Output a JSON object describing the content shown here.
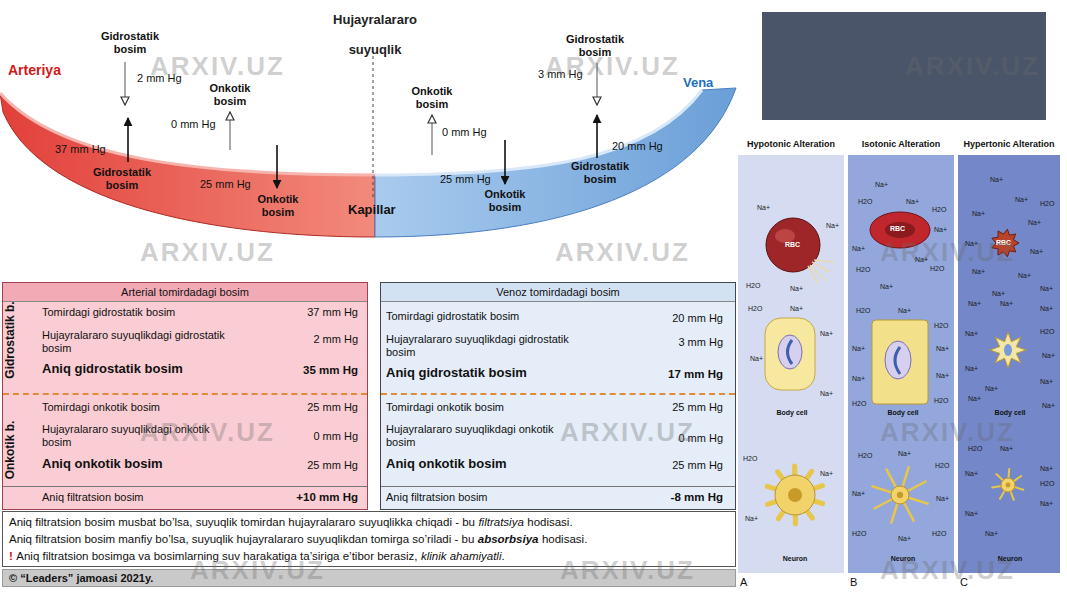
{
  "diagram": {
    "nodes": [
      {
        "text": [
          "Arterial tomirdadagi bosim"
        ]
      },
      {
        "text": [
          "Venoz tomirdadagi bosim"
        ]
      },
      {
        "text": [
          "Aniq filtratsion bosim musbat bo’lsa, suyuqlik tomirdan hujayralararo suyuqlikka chiqadi -  bu",
          "filtratsiya",
          "hodisasi.",
          "Aniq filtratsion bosim manfiy bo’lsa, suyuqlik hujayralararo suyuqlikdan tomirga so’riladi -  bu",
          "absorbsiya",
          "hodisasi.",
          "!",
          "Aniq filtratsion bosimga va bosimlarning suv harakatiga ta’siriga e’tibor berasiz,",
          "klinik ahamiyatli",
          "."
        ]
      },
      {
        "text": [
          "© “Leaders” jamoasi 2021y."
        ]
      },
      {
        "text": [
          "Hypotonic Alteration"
        ]
      },
      {
        "text": [
          "Isotonic Alteration"
        ]
      },
      {
        "text": [
          "Hypertonic Alteration"
        ]
      }
    ],
    "labels": [
      "Hujayralararo suyuqlik",
      "Arteriya",
      "Vena",
      "Kapillar",
      "Gidrostatik bosim",
      "2 mm Hg",
      "Onkotik bosim",
      "0 mm Hg",
      "37 mm Hg",
      "Gidrostatik bosim",
      "25 mm Hg",
      "Onkotik bosim",
      "Onkotik bosim",
      "0 mm Hg",
      "Gidrostatik bosim",
      "3 mm Hg",
      "20 mm Hg",
      "Gidrostatik bosim",
      "25 mm Hg",
      "Onkotik bosim",
      "Gidrostatik b.",
      "Onkotik b.",
      "Tomirdagi gidrostatik bosim",
      "37 mm Hg",
      "Hujayralararo suyuqlikdagi gidrostatik bosim",
      "2 mm Hg",
      "Aniq gidrostatik bosim",
      "35 mm Hg",
      "Tomirdagi onkotik bosim",
      "25 mm Hg",
      "Hujayralararo suyuqlikdagi onkotik bosim",
      "0 mm Hg",
      "Aniq onkotik bosim",
      "25 mm Hg",
      "Aniq filtratsion bosim",
      "+10 mm Hg",
      "Tomirdagi gidrostatik bosim",
      "20 mm Hg",
      "Hujayralararo suyuqlikdagi gidrostatik bosim",
      "3 mm Hg",
      "Aniq gidrostatik bosim",
      "17 mm Hg",
      "Tomirdagi onkotik bosim",
      "25 mm Hg",
      "Hujayralararo suyuqlikdagi onkotik bosim",
      "0 mm Hg",
      "Aniq onkotik bosim",
      "25 mm Hg",
      "Aniq filtratsion bosim",
      "-8 mm Hg",
      "RBC",
      "RBC",
      "RBC",
      "Body cell",
      "Body cell",
      "Body cell",
      "Neuron",
      "Neuron",
      "Neuron",
      "A",
      "B",
      "C",
      "ARXIV.UZ",
      "ARXIV.UZ",
      "ARXIV.UZ",
      "ARXIV.UZ",
      "ARXIV.UZ",
      "ARXIV.UZ",
      "ARXIV.UZ",
      "ARXIV.UZ",
      "ARXIV.UZ",
      "ARXIV.UZ",
      "ARXIV.UZ",
      "ARXIV.UZ",
      "Na+",
      "Na+",
      "H2O",
      "Na+",
      "H2O",
      "Na+",
      "Na+",
      "Na+",
      "Na+",
      "H2O",
      "Na+",
      "Na+",
      "Na+",
      "H2O",
      "Na+",
      "H2O",
      "Na+",
      "Na+",
      "Na+",
      "H2O",
      "H2O",
      "Na+",
      "H2O",
      "Na+",
      "H2O",
      "Na+",
      "Na+",
      "Na+",
      "Na+",
      "H2O",
      "H2O",
      "H2O",
      "Na+",
      "H2O",
      "Na+",
      "Na+",
      "H2O",
      "H2O",
      "Na+",
      "Na+",
      "Na+",
      "H2O",
      "Na+",
      "Na+",
      "Na+",
      "Na+",
      "Na+",
      "Na+",
      "Na+",
      "Na+",
      "Na+",
      "Na+",
      "Na+",
      "H2O",
      "Na+",
      "Na+",
      "Na+",
      "Na+",
      "Na+",
      "Na+",
      "Na+",
      "Na+",
      "H2O",
      "Na+",
      "Na+",
      "H2O",
      "Na+",
      "Na+",
      "Na+"
    ]
  }
}
